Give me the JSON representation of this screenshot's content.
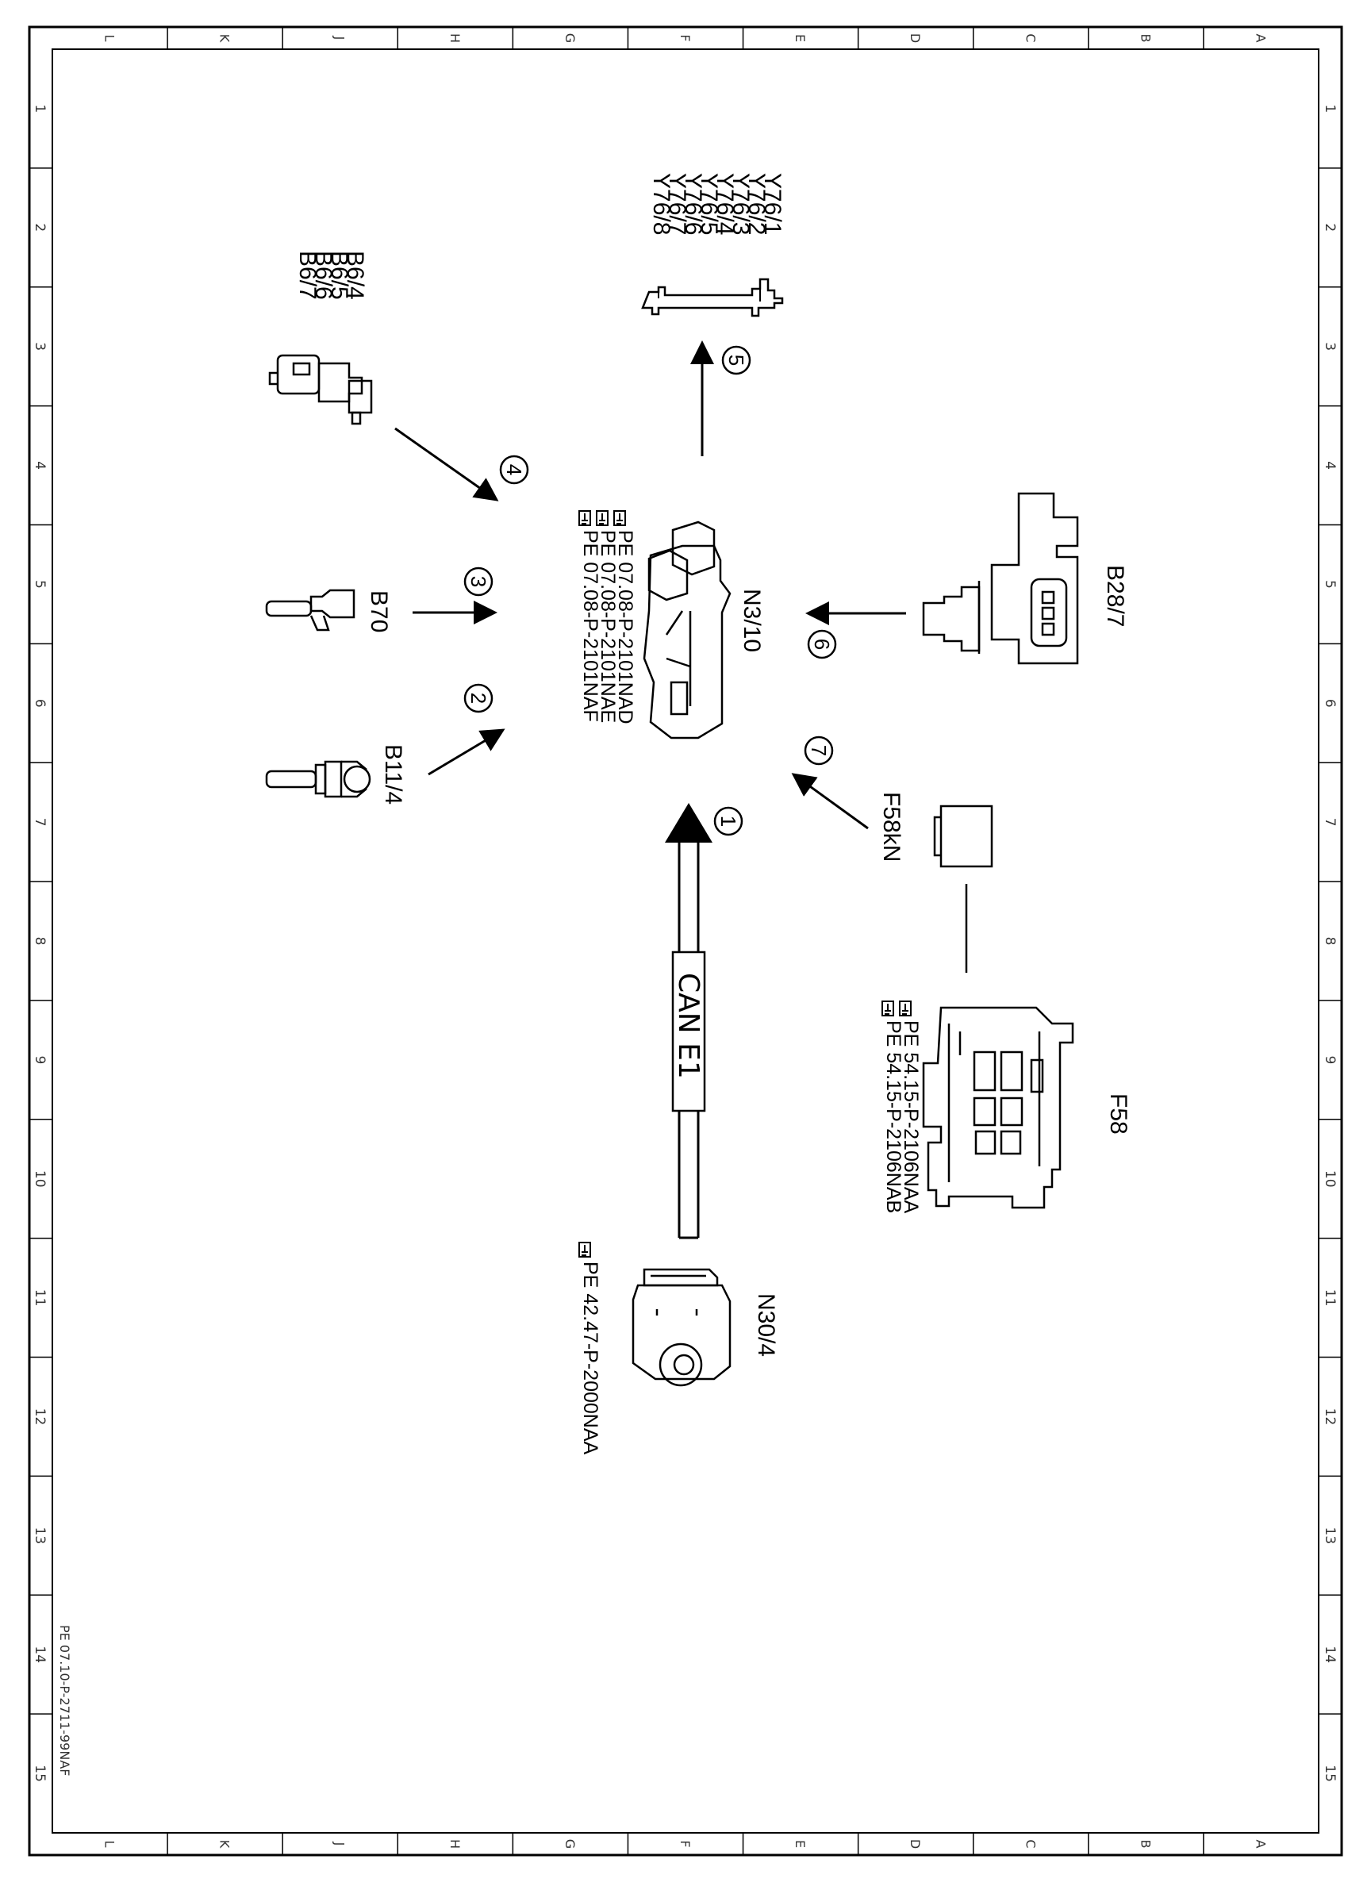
{
  "document_id": "PE 07.10-P-2711-99NAF",
  "grid": {
    "letters": [
      "L",
      "K",
      "J",
      "H",
      "G",
      "F",
      "E",
      "D",
      "C",
      "B",
      "A"
    ],
    "numbers": [
      "1",
      "2",
      "3",
      "4",
      "5",
      "6",
      "7",
      "8",
      "9",
      "10",
      "11",
      "12",
      "13",
      "14",
      "15"
    ]
  },
  "components": {
    "injectors": [
      "Y76/1",
      "Y76/2",
      "Y76/3",
      "Y76/4",
      "Y76/5",
      "Y76/6",
      "Y76/7",
      "Y76/8"
    ],
    "camshaft_sensors": [
      "B6/4",
      "B6/5",
      "B6/6",
      "B6/7"
    ],
    "b70": "B70",
    "b11_4": "B11/4",
    "ecu": "N3/10",
    "ecu_refs": [
      "PE 07.08-P-2101NAD",
      "PE 07.08-P-2101NAE",
      "PE 07.08-P-2101NAF"
    ],
    "pressure_sensor": "B28/7",
    "fuse_relay": "F58kN",
    "fuse_box": "F58",
    "fuse_refs": [
      "PE 54.15-P-2106NAA",
      "PE 54.15-P-2106NAB"
    ],
    "ezs": "N30/4",
    "ezs_ref": "PE 42.47-P-2000NAA",
    "bus": "CAN E1"
  },
  "steps": [
    "1",
    "2",
    "3",
    "4",
    "5",
    "6",
    "7"
  ],
  "colors": {
    "ink": "#000000",
    "paper": "#ffffff",
    "grid": "#333333"
  }
}
